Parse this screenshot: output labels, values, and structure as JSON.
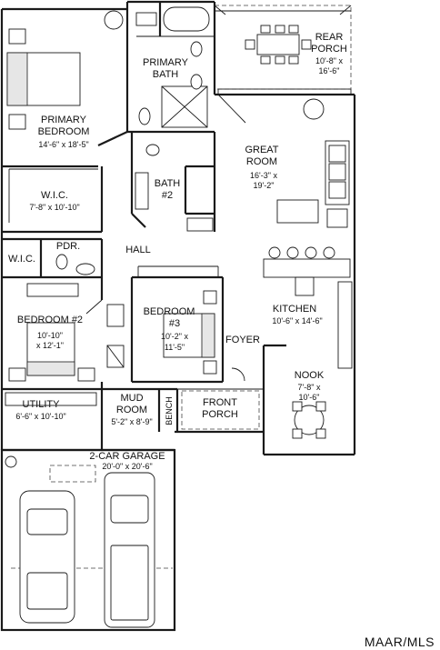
{
  "rooms": [
    {
      "key": "primary_bedroom",
      "name_lines": [
        "PRIMARY",
        "BEDROOM"
      ],
      "dims": "14'-6\" x 18'-5\""
    },
    {
      "key": "primary_bath",
      "name_lines": [
        "PRIMARY",
        "BATH"
      ],
      "dims": ""
    },
    {
      "key": "rear_porch",
      "name_lines": [
        "REAR",
        "PORCH"
      ],
      "dims_lines": [
        "10'-8\" x",
        "16'-6\""
      ]
    },
    {
      "key": "great_room",
      "name_lines": [
        "GREAT",
        "ROOM"
      ],
      "dims_lines": [
        "16'-3\" x",
        "19'-2\""
      ]
    },
    {
      "key": "bath_2",
      "name_lines": [
        "BATH",
        "#2"
      ]
    },
    {
      "key": "wic_1",
      "name": "W.I.C.",
      "dims": "7'-8\" x 10'-10\""
    },
    {
      "key": "wic_2",
      "name": "W.I.C."
    },
    {
      "key": "pdr",
      "name": "PDR."
    },
    {
      "key": "hall",
      "name": "HALL"
    },
    {
      "key": "bedroom_2",
      "name": "BEDROOM #2",
      "dims_lines": [
        "10'-10\"",
        "x 12'-1\""
      ]
    },
    {
      "key": "bedroom_3",
      "name_lines": [
        "BEDROOM",
        "#3"
      ],
      "dims_lines": [
        "10'-2\" x",
        "11'-5\""
      ]
    },
    {
      "key": "kitchen",
      "name": "KITCHEN",
      "dims": "10'-6\" x 14'-6\""
    },
    {
      "key": "foyer",
      "name": "FOYER"
    },
    {
      "key": "nook",
      "name": "NOOK",
      "dims_lines": [
        "7'-8\" x",
        "10'-6\""
      ]
    },
    {
      "key": "utility",
      "name": "UTILITY",
      "dims": "6'-6\" x 10'-10\""
    },
    {
      "key": "mud_room",
      "name_lines": [
        "MUD",
        "ROOM"
      ],
      "dims": "5'-2\" x 8'-9\""
    },
    {
      "key": "bench",
      "name": "BENCH"
    },
    {
      "key": "front_porch",
      "name_lines": [
        "FRONT",
        "PORCH"
      ]
    },
    {
      "key": "garage",
      "name": "2-CAR GARAGE",
      "dims": "20'-0\" x 20'-6\""
    }
  ],
  "watermark": "MAAR/MLS"
}
